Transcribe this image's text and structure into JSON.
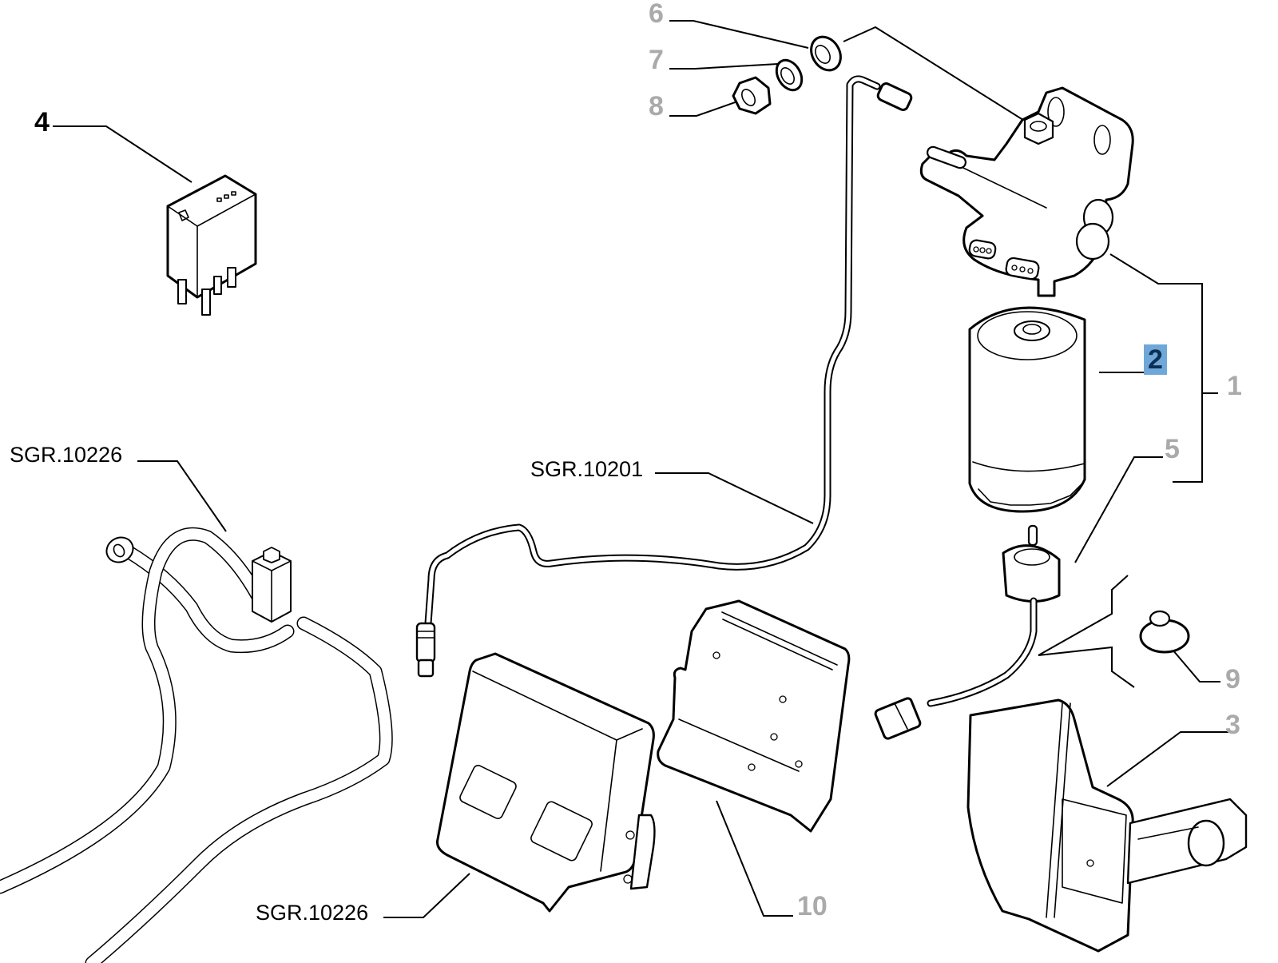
{
  "diagram": {
    "title": "Fuel filter and electronic control unit parts diagram",
    "selected_part": "2",
    "highlight_color": "#6fa8d8",
    "label_color": "#aaaaaa",
    "callouts": [
      {
        "id": "1",
        "style": "grey",
        "part": "fuel-filter-assembly"
      },
      {
        "id": "2",
        "style": "selected",
        "part": "filter-cartridge"
      },
      {
        "id": "3",
        "style": "grey",
        "part": "mounting-bracket"
      },
      {
        "id": "4",
        "style": "black",
        "part": "relay"
      },
      {
        "id": "5",
        "style": "grey",
        "part": "water-sensor"
      },
      {
        "id": "6",
        "style": "grey",
        "part": "washer"
      },
      {
        "id": "7",
        "style": "grey",
        "part": "spring-washer"
      },
      {
        "id": "8",
        "style": "grey",
        "part": "nut"
      },
      {
        "id": "9",
        "style": "grey",
        "part": "grommet"
      },
      {
        "id": "10",
        "style": "grey",
        "part": "ecu-bracket"
      }
    ],
    "references": [
      {
        "text": "SGR.10226",
        "target": "fuel-hose"
      },
      {
        "text": "SGR.10201",
        "target": "sensor-cable"
      },
      {
        "text": "SGR.10226",
        "target": "ecu"
      }
    ]
  }
}
